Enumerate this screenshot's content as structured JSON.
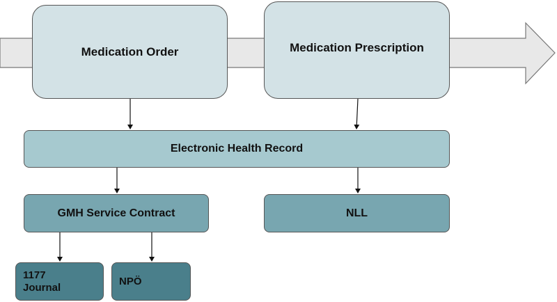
{
  "diagram": {
    "process_arrow": {
      "direction": "right"
    },
    "nodes": {
      "medication_order": "Medication Order",
      "medication_prescription": "Medication Prescription",
      "electronic_health_record": "Electronic Health Record",
      "gmh_service_contract": "GMH Service Contract",
      "nll": "NLL",
      "journal_1177_line1": "1177",
      "journal_1177_line2": "Journal",
      "npo": "NPÖ"
    },
    "edges": [
      [
        "Medication Order",
        "Electronic Health Record"
      ],
      [
        "Medication Prescription",
        "Electronic Health Record"
      ],
      [
        "Electronic Health Record",
        "GMH Service Contract"
      ],
      [
        "Electronic Health Record",
        "NLL"
      ],
      [
        "GMH Service Contract",
        "1177 Journal"
      ],
      [
        "GMH Service Contract",
        "NPÖ"
      ]
    ],
    "colors": {
      "level1": "#d3e2e6",
      "level2": "#a6c9cf",
      "level3": "#78a6b0",
      "level4": "#4a7f8b",
      "process_arrow": "#e8e8e8"
    }
  }
}
